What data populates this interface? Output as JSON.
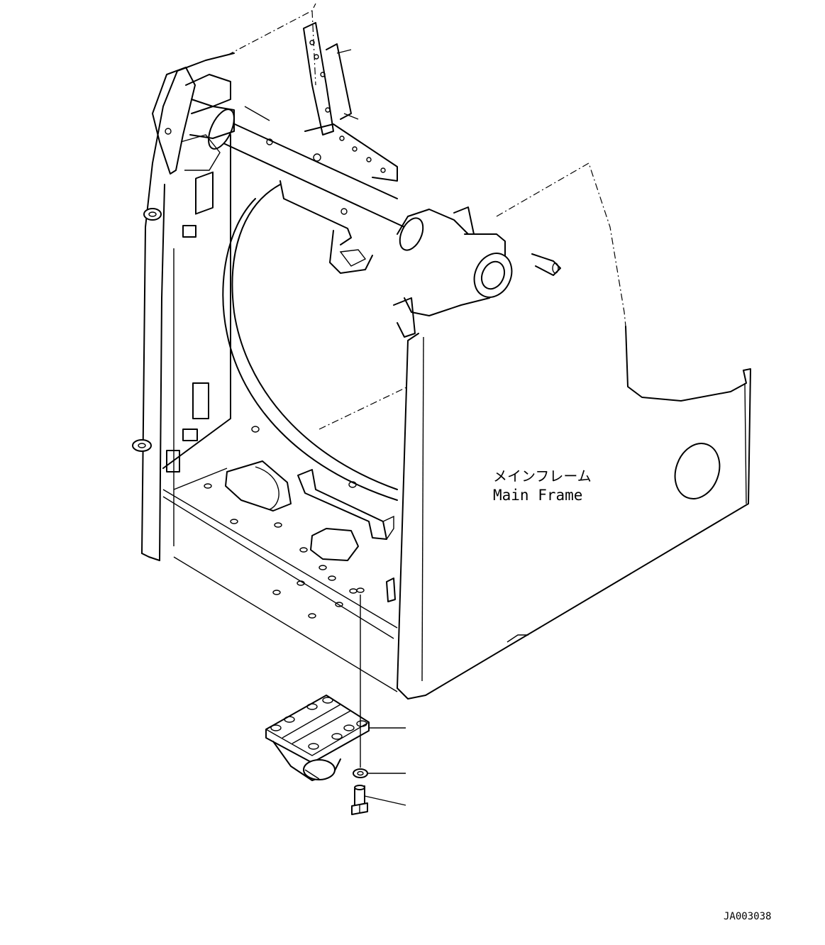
{
  "labels": {
    "main_frame_jp": "メインフレーム",
    "main_frame_en": "Main Frame",
    "drawing_code": "JA003038"
  },
  "colors": {
    "line": "#000000",
    "background": "#ffffff"
  }
}
